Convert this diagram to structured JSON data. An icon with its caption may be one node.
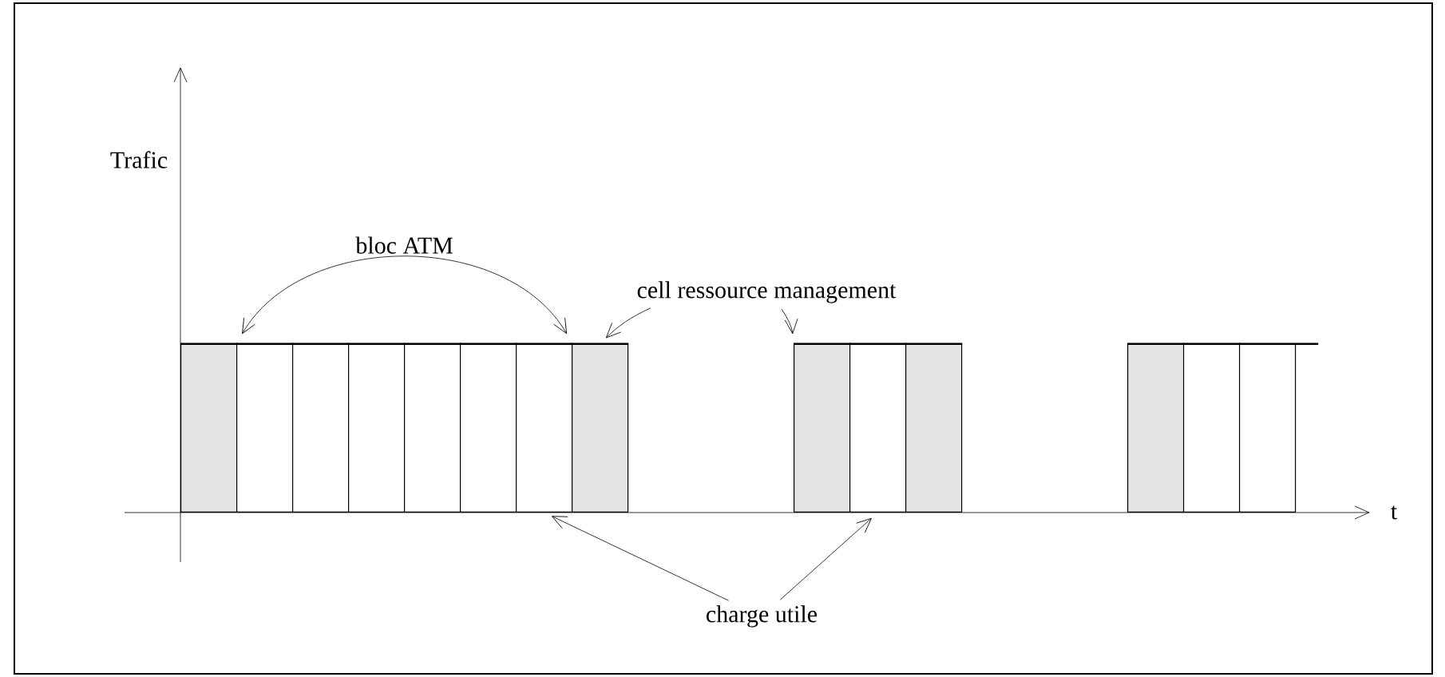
{
  "diagram": {
    "nodes": [
      {
        "text": [
          "cell ressource management"
        ]
      },
      {
        "text": [],
        "shape": "box"
      },
      {
        "text": [],
        "shape": "box"
      },
      {
        "text": [],
        "shape": "box"
      },
      {
        "text": [],
        "shape": "box"
      },
      {
        "text": [],
        "shape": "box"
      },
      {
        "text": [],
        "shape": "box"
      },
      {
        "text": [],
        "shape": "box"
      },
      {
        "text": [],
        "shape": "box"
      },
      {
        "text": [],
        "shape": "box"
      },
      {
        "text": [],
        "shape": "box"
      },
      {
        "text": [],
        "shape": "box"
      },
      {
        "text": [],
        "shape": "box"
      },
      {
        "text": [],
        "shape": "box"
      },
      {
        "text": [],
        "shape": "box"
      },
      {
        "text": [
          "charge utile"
        ]
      }
    ],
    "edges": [
      {
        "from": 2,
        "to": 7,
        "arrow": "both",
        "label": "bloc ATM"
      },
      {
        "from": 0,
        "to": 8,
        "arrow": "to"
      },
      {
        "from": 0,
        "to": 9,
        "arrow": "to"
      },
      {
        "from": 15,
        "to": 7,
        "arrow": "to"
      },
      {
        "from": 15,
        "to": 10,
        "arrow": "to"
      }
    ],
    "labels": [
      "Trafic",
      "t"
    ]
  }
}
